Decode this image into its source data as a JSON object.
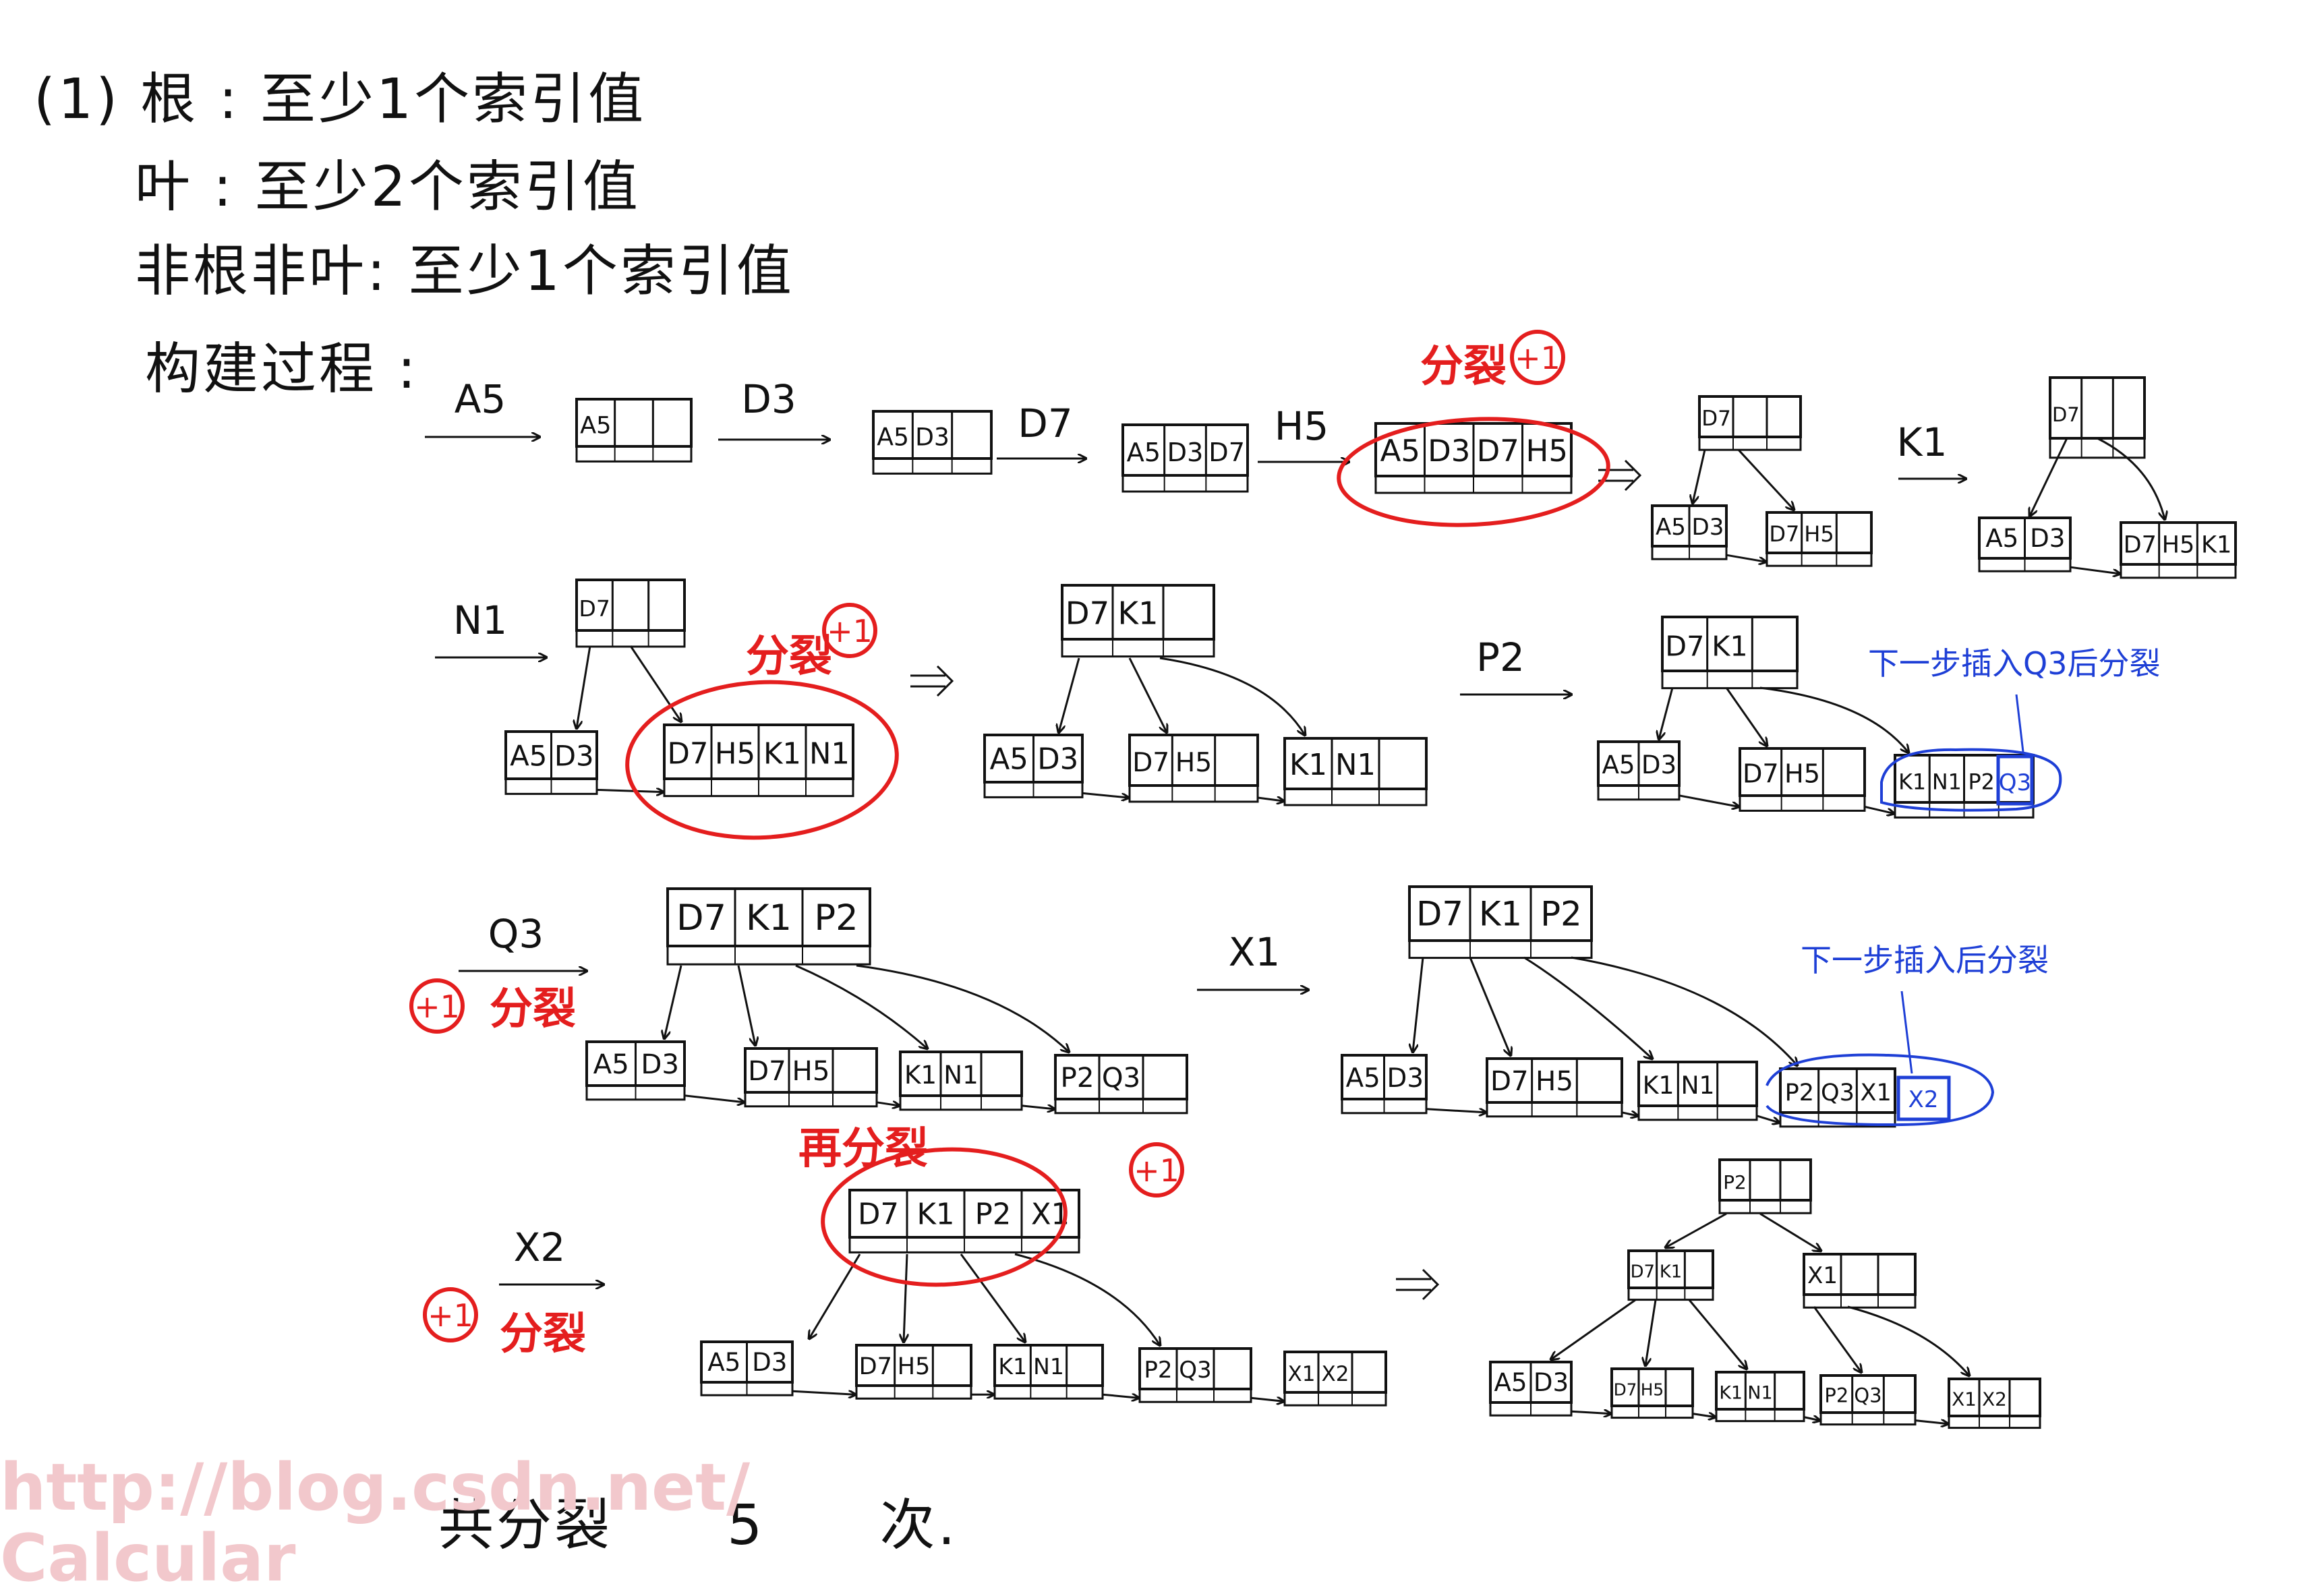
{
  "header": {
    "rule_root": "(1) 根 : 至少1个索引值",
    "rule_leaf": "叶 : 至少2个索引值",
    "rule_internal": "非根非叶: 至少1个索引值",
    "process_label": "构建过程 :"
  },
  "annotations": {
    "split": "分裂",
    "split_again": "再分裂",
    "plus_one": "+1",
    "next_q3": "下一步插入Q3后分裂",
    "next_x2": "下一步插入后分裂"
  },
  "footer": {
    "total_label": "共分裂",
    "total_count": "5",
    "total_unit": "次."
  },
  "watermark": {
    "line1": "http://blog.csdn.net/",
    "line2": "Calcular"
  },
  "colors": {
    "ink": "#111111",
    "split_mark": "#e41e1e",
    "note": "#1e3fd6",
    "watermark": "#f2c8cc"
  },
  "diagram": {
    "row1": {
      "insert_labels": [
        "A5",
        "D3",
        "D7",
        "H5",
        "K1"
      ],
      "node_a5": [
        "A5"
      ],
      "node_a5_d3": [
        "A5",
        "D3"
      ],
      "node_a5_d3_d7": [
        "A5",
        "D3",
        "D7"
      ],
      "node_full": [
        "A5",
        "D3",
        "D7",
        "H5"
      ],
      "split_result_root": [
        "D7"
      ],
      "split_result_left": [
        "A5",
        "D3"
      ],
      "split_result_right": [
        "D7",
        "H5"
      ],
      "after_k1_root": [
        "D7"
      ],
      "after_k1_left": [
        "A5",
        "D3"
      ],
      "after_k1_right": [
        "D7",
        "H5",
        "K1"
      ]
    },
    "row2": {
      "insert_labels": [
        "N1",
        "P2"
      ],
      "n1_root": [
        "D7"
      ],
      "n1_left": [
        "A5",
        "D3"
      ],
      "n1_full": [
        "D7",
        "H5",
        "K1",
        "N1"
      ],
      "split_root": [
        "D7",
        "K1"
      ],
      "split_l1": [
        "A5",
        "D3"
      ],
      "split_l2": [
        "D7",
        "H5"
      ],
      "split_l3": [
        "K1",
        "N1"
      ],
      "p2_root": [
        "D7",
        "K1"
      ],
      "p2_l1": [
        "A5",
        "D3"
      ],
      "p2_l2": [
        "D7",
        "H5"
      ],
      "p2_l3": [
        "K1",
        "N1",
        "P2"
      ],
      "p2_next": "Q3"
    },
    "row3": {
      "insert_labels": [
        "Q3",
        "X1"
      ],
      "q3_root": [
        "D7",
        "K1",
        "P2"
      ],
      "q3_l1": [
        "A5",
        "D3"
      ],
      "q3_l2": [
        "D7",
        "H5"
      ],
      "q3_l3": [
        "K1",
        "N1"
      ],
      "q3_l4": [
        "P2",
        "Q3"
      ],
      "x1_root": [
        "D7",
        "K1",
        "P2"
      ],
      "x1_l1": [
        "A5",
        "D3"
      ],
      "x1_l2": [
        "D7",
        "H5"
      ],
      "x1_l3": [
        "K1",
        "N1"
      ],
      "x1_l4": [
        "P2",
        "Q3",
        "X1"
      ],
      "x1_next": "X2"
    },
    "row4": {
      "insert_labels": [
        "X2"
      ],
      "x2_root": [
        "D7",
        "K1",
        "P2",
        "X1"
      ],
      "x2_l1": [
        "A5",
        "D3"
      ],
      "x2_l2": [
        "D7",
        "H5"
      ],
      "x2_l3": [
        "K1",
        "N1"
      ],
      "x2_l4": [
        "P2",
        "Q3"
      ],
      "x2_l5": [
        "X1",
        "X2"
      ],
      "final_root": [
        "P2"
      ],
      "final_i1": [
        "D7",
        "K1"
      ],
      "final_i2": [
        "X1"
      ],
      "final_l1": [
        "A5",
        "D3"
      ],
      "final_l2": [
        "D7",
        "H5"
      ],
      "final_l3": [
        "K1",
        "N1"
      ],
      "final_l4": [
        "P2",
        "Q3"
      ],
      "final_l5": [
        "X1",
        "X2"
      ]
    }
  }
}
